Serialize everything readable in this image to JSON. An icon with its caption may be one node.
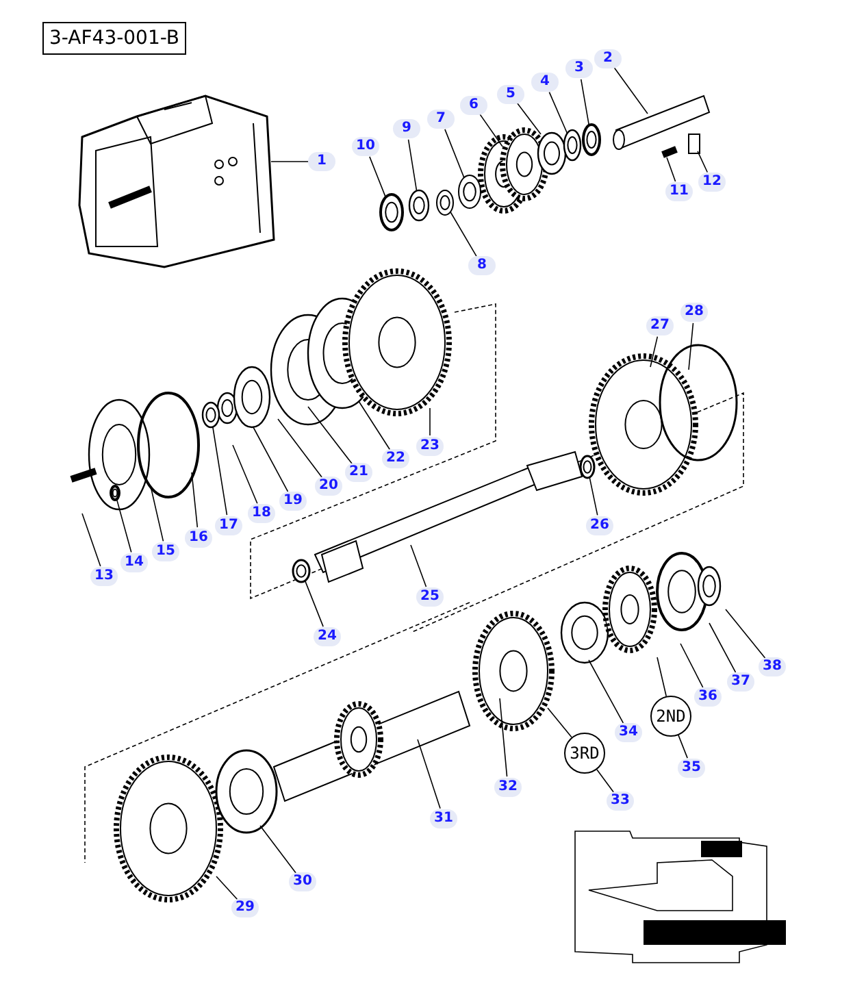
{
  "diagram": {
    "nodes": [
      {
        "text": [
          "3-AF43-001-B"
        ]
      },
      {
        "text": [
          "1"
        ]
      },
      {
        "text": [
          "2"
        ]
      },
      {
        "text": [
          "3"
        ]
      },
      {
        "text": [
          "4"
        ]
      },
      {
        "text": [
          "5"
        ]
      },
      {
        "text": [
          "6"
        ]
      },
      {
        "text": [
          "7"
        ]
      },
      {
        "text": [
          "8"
        ]
      },
      {
        "text": [
          "9"
        ]
      },
      {
        "text": [
          "10"
        ]
      },
      {
        "text": [
          "11"
        ]
      },
      {
        "text": [
          "12"
        ]
      },
      {
        "text": [
          "13"
        ]
      },
      {
        "text": [
          "14"
        ]
      },
      {
        "text": [
          "15"
        ]
      },
      {
        "text": [
          "16"
        ]
      },
      {
        "text": [
          "17"
        ]
      },
      {
        "text": [
          "18"
        ]
      },
      {
        "text": [
          "19"
        ]
      },
      {
        "text": [
          "20"
        ]
      },
      {
        "text": [
          "21"
        ]
      },
      {
        "text": [
          "22"
        ]
      },
      {
        "text": [
          "23"
        ]
      },
      {
        "text": [
          "24"
        ]
      },
      {
        "text": [
          "25"
        ]
      },
      {
        "text": [
          "26"
        ]
      },
      {
        "text": [
          "27"
        ]
      },
      {
        "text": [
          "28"
        ]
      },
      {
        "text": [
          "29"
        ]
      },
      {
        "text": [
          "30"
        ]
      },
      {
        "text": [
          "31"
        ]
      },
      {
        "text": [
          "32"
        ]
      },
      {
        "text": [
          "33"
        ]
      },
      {
        "text": [
          "34"
        ]
      },
      {
        "text": [
          "35"
        ]
      },
      {
        "text": [
          "36"
        ]
      },
      {
        "text": [
          "37"
        ]
      },
      {
        "text": [
          "38"
        ]
      },
      {
        "text": [
          "3RD"
        ]
      },
      {
        "text": [
          "2ND"
        ]
      },
      {
        "text": [],
        "shape": "circle"
      },
      {
        "text": [],
        "shape": "circle"
      },
      {
        "text": [],
        "shape": "circle"
      },
      {
        "text": [],
        "shape": "circle"
      },
      {
        "text": [],
        "shape": "circle"
      },
      {
        "text": [],
        "shape": "circle"
      },
      {
        "text": [],
        "shape": "box"
      },
      {
        "text": [],
        "shape": "circle"
      },
      {
        "text": [],
        "shape": "circle"
      },
      {
        "text": [],
        "shape": "circle"
      },
      {
        "text": [],
        "shape": "circle"
      }
    ],
    "edges": [
      {
        "from": 1,
        "to": null,
        "arrow": "none"
      },
      {
        "from": 2,
        "to": null,
        "arrow": "none"
      },
      {
        "from": 3,
        "to": 41,
        "arrow": "none"
      },
      {
        "from": 4,
        "to": 42,
        "arrow": "none"
      },
      {
        "from": 5,
        "to": null,
        "arrow": "none"
      },
      {
        "from": 6,
        "to": null,
        "arrow": "none"
      },
      {
        "from": 7,
        "to": 43,
        "arrow": "none"
      },
      {
        "from": 8,
        "to": 44,
        "arrow": "none"
      },
      {
        "from": 9,
        "to": 45,
        "arrow": "none"
      },
      {
        "from": 10,
        "to": 46,
        "arrow": "none"
      },
      {
        "from": 11,
        "to": null,
        "arrow": "none"
      },
      {
        "from": 12,
        "to": 47,
        "arrow": "none"
      },
      {
        "from": 13,
        "to": null,
        "arrow": "none"
      },
      {
        "from": 14,
        "to": 48,
        "arrow": "none"
      },
      {
        "from": 15,
        "to": null,
        "arrow": "none"
      },
      {
        "from": 16,
        "to": null,
        "arrow": "none"
      },
      {
        "from": 17,
        "to": 49,
        "arrow": "none"
      },
      {
        "from": 18,
        "to": null,
        "arrow": "none"
      },
      {
        "from": 19,
        "to": null,
        "arrow": "none"
      },
      {
        "from": 20,
        "to": null,
        "arrow": "none"
      },
      {
        "from": 21,
        "to": null,
        "arrow": "none"
      },
      {
        "from": 22,
        "to": null,
        "arrow": "none"
      },
      {
        "from": 23,
        "to": null,
        "arrow": "none"
      },
      {
        "from": 24,
        "to": 50,
        "arrow": "none"
      },
      {
        "from": 25,
        "to": null,
        "arrow": "none"
      },
      {
        "from": 26,
        "to": 51,
        "arrow": "none"
      },
      {
        "from": 27,
        "to": null,
        "arrow": "none"
      },
      {
        "from": 28,
        "to": null,
        "arrow": "none"
      },
      {
        "from": 29,
        "to": null,
        "arrow": "none"
      },
      {
        "from": 30,
        "to": null,
        "arrow": "none"
      },
      {
        "from": 31,
        "to": null,
        "arrow": "none"
      },
      {
        "from": 32,
        "to": null,
        "arrow": "none"
      },
      {
        "from": 33,
        "to": 39,
        "arrow": "none"
      },
      {
        "from": 34,
        "to": null,
        "arrow": "none"
      },
      {
        "from": 35,
        "to": 40,
        "arrow": "none"
      },
      {
        "from": 36,
        "to": null,
        "arrow": "none"
      },
      {
        "from": 37,
        "to": null,
        "arrow": "none"
      },
      {
        "from": 38,
        "to": null,
        "arrow": "none"
      },
      {
        "from": 39,
        "to": null,
        "arrow": "none"
      },
      {
        "from": 40,
        "to": null,
        "arrow": "none"
      }
    ]
  }
}
